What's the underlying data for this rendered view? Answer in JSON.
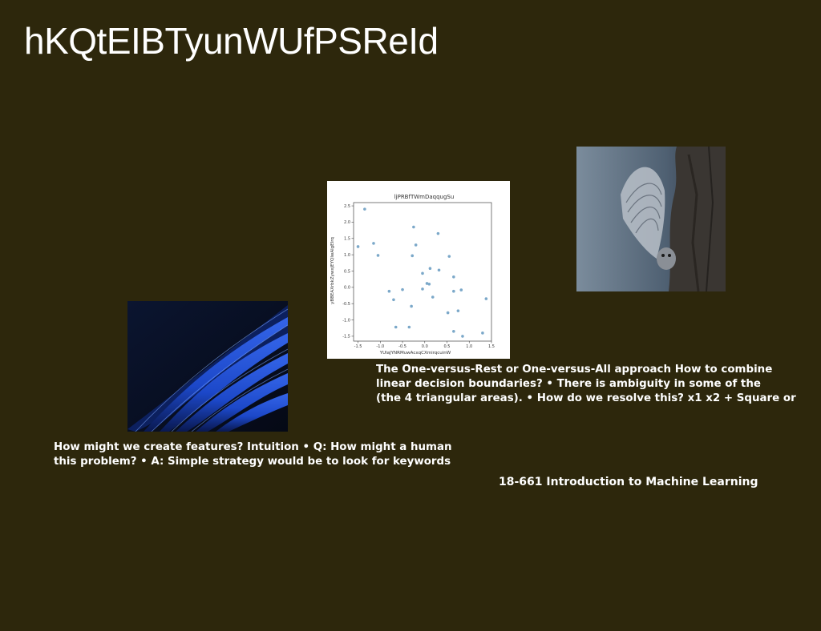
{
  "slide": {
    "title": "hKQtEIBTyunWUfPSReId",
    "ovr_lines": [
      "The One-versus-Rest or One-versus-All approach How to combine",
      "linear decision boundaries? • There is ambiguity in some of the",
      "(the 4 triangular areas). • How do we resolve this? x1 x2 + Square or"
    ],
    "features_lines": [
      "How might we create features? Intuition • Q: How might a human",
      "this problem? • A: Simple strategy would be to look for keywords"
    ],
    "course": "18-661 Introduction to Machine Learning"
  },
  "chart_data": {
    "type": "scatter",
    "title": "ljPRBfTWmDaqqugSu",
    "xlabel": "YUlaJYNRMuwAcxqCXmirqcuinW",
    "ylabel": "yBBEAXrbkZywxjEYQlwAlgEIrq",
    "xlim": [
      -1.6,
      1.5
    ],
    "ylim": [
      -1.65,
      2.6
    ],
    "xticks": [
      "-1.5",
      "-1.0",
      "-0.5",
      "0.0",
      "0.5",
      "1.0",
      "1.5"
    ],
    "yticks": [
      "2.5",
      "2.0",
      "1.5",
      "1.0",
      "0.5",
      "0.0",
      "-0.5",
      "-1.0",
      "-1.5"
    ],
    "color": "#7ba8c9",
    "points": [
      [
        -1.35,
        2.4
      ],
      [
        -1.5,
        1.25
      ],
      [
        -1.15,
        1.35
      ],
      [
        -1.05,
        0.98
      ],
      [
        -0.8,
        -0.12
      ],
      [
        -0.7,
        -0.38
      ],
      [
        -0.65,
        -1.22
      ],
      [
        -0.5,
        -0.07
      ],
      [
        -0.35,
        -1.22
      ],
      [
        -0.3,
        -0.58
      ],
      [
        -0.28,
        0.97
      ],
      [
        -0.25,
        1.85
      ],
      [
        -0.2,
        1.3
      ],
      [
        -0.05,
        0.43
      ],
      [
        -0.05,
        -0.05
      ],
      [
        0.05,
        0.12
      ],
      [
        0.1,
        0.1
      ],
      [
        0.12,
        0.58
      ],
      [
        0.18,
        -0.3
      ],
      [
        0.3,
        1.65
      ],
      [
        0.32,
        0.53
      ],
      [
        0.52,
        -0.78
      ],
      [
        0.55,
        0.95
      ],
      [
        0.65,
        0.32
      ],
      [
        0.65,
        -0.12
      ],
      [
        0.65,
        -1.35
      ],
      [
        0.75,
        -0.72
      ],
      [
        0.82,
        -0.08
      ],
      [
        0.85,
        -1.5
      ],
      [
        1.3,
        -1.4
      ],
      [
        1.38,
        -0.35
      ]
    ]
  }
}
